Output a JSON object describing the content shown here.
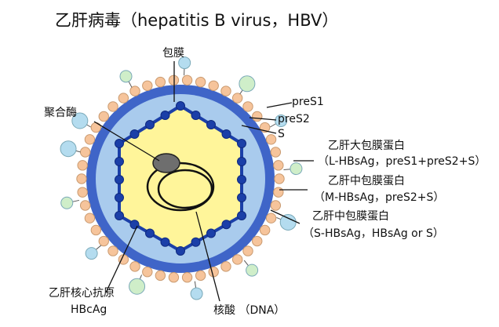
{
  "title": "乙肝病毒（hepatitis B virus，HBV）",
  "labels": {
    "envelope": "包膜",
    "polymerase": "聚合酶",
    "pres1": "preS1",
    "pres2": "preS2",
    "s": "S",
    "large_protein": "乙肝大包膜蛋白",
    "large_protein_sub": "（L-HBsAg，preS1+preS2+S）",
    "middle_protein": "乙肝中包膜蛋白",
    "middle_protein_sub": "（M-HBsAg，preS2+S）",
    "small_protein": "乙肝中包膜蛋白",
    "small_protein_sub": "（S-HBsAg，HBsAg or S）",
    "core_antigen": "乙肝核心抗原",
    "core_antigen_sub": "HBcAg",
    "nucleic_acid": "核酸 （DNA）"
  },
  "colors": {
    "outer_envelope": "#3f65c8",
    "inner_shell": "#a9cbed",
    "capsid_line": "#1b3fa8",
    "core_fill": "#fff59a",
    "peach_bead": "#f6c49b",
    "light_blue_bead": "#b4dcef",
    "light_green_bead": "#cfeec9",
    "polymerase": "#6e6e6e"
  }
}
